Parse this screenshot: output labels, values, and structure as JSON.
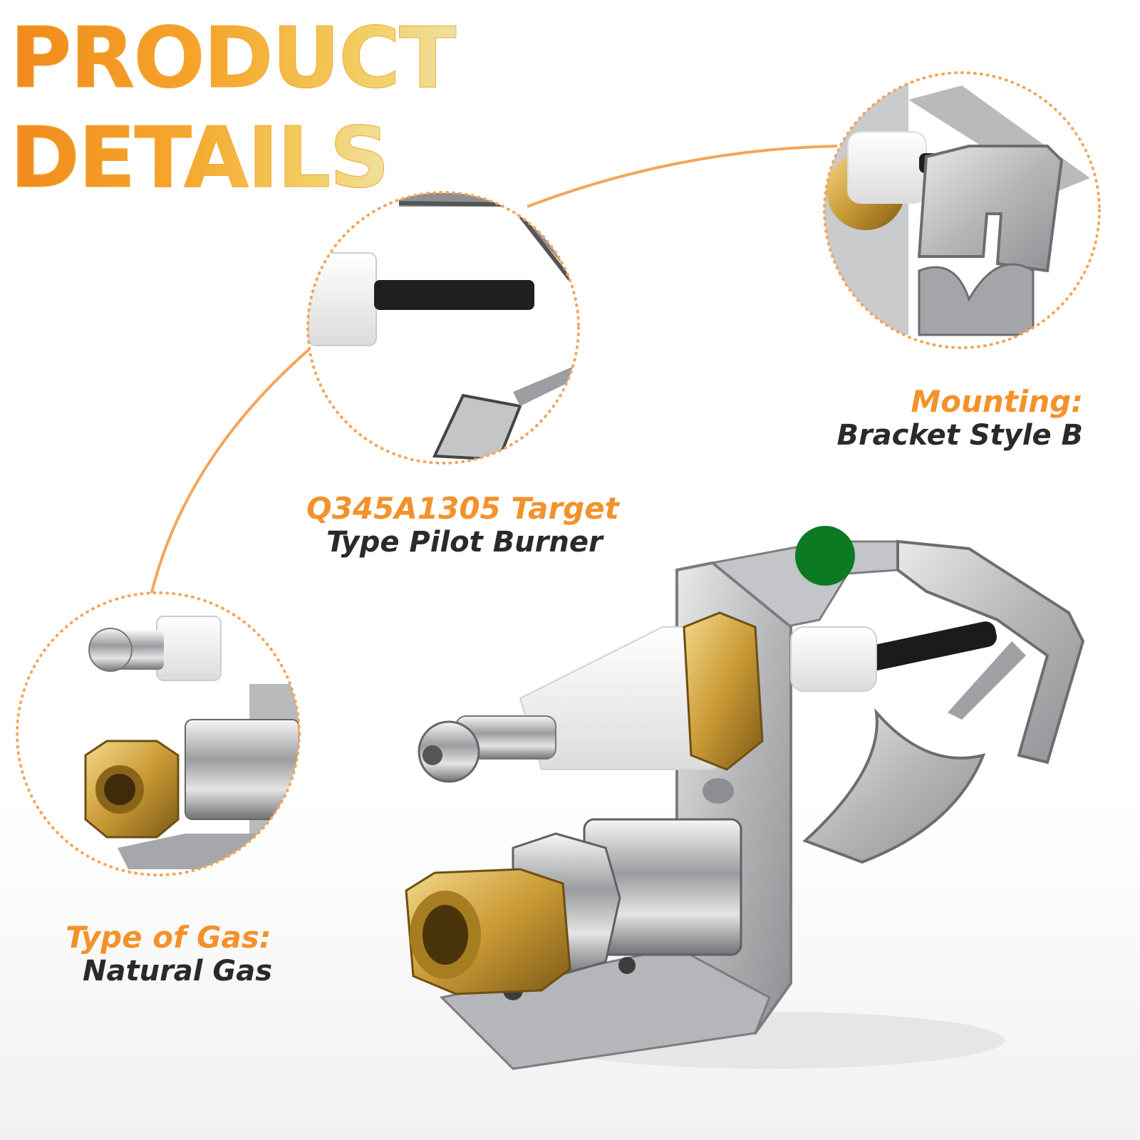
{
  "header": {
    "line1": "PRODUCT",
    "line2": "DETAILS"
  },
  "callouts": {
    "target": {
      "head": "Q345A1305 Target",
      "sub": "Type Pilot Burner"
    },
    "mounting": {
      "head": "Mounting:",
      "sub": "Bracket Style B"
    },
    "gas": {
      "head": "Type of Gas:",
      "sub": "Natural Gas"
    }
  },
  "colors": {
    "accent": "#f3922b",
    "text": "#2a2a2a",
    "marker": "#0c7a22"
  }
}
